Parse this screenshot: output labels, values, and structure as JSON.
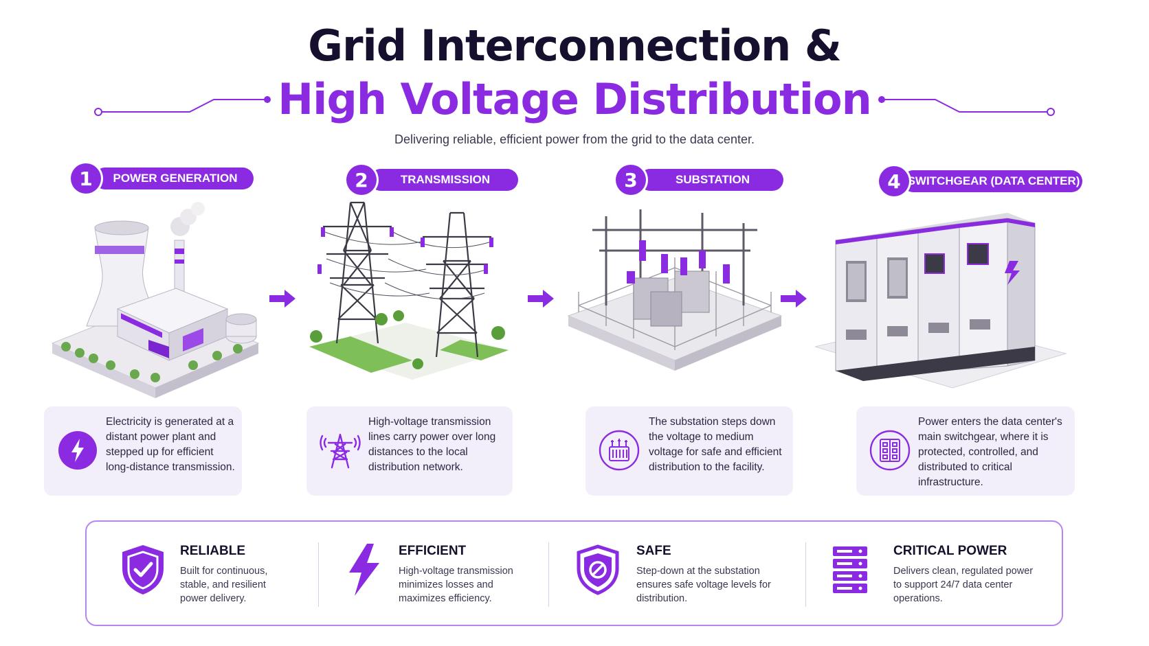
{
  "header": {
    "title_line1": "Grid Interconnection &",
    "title_line2": "High Voltage Distribution",
    "subtitle": "Delivering reliable, efficient power from the grid to the data center."
  },
  "colors": {
    "accent": "#8a2be2",
    "dark": "#170f2e",
    "card_bg": "#f3effa",
    "panel_border": "#b785f0"
  },
  "steps": [
    {
      "number": "1",
      "label": "POWER GENERATION",
      "illustration": "power-plant",
      "icon": "lightning-bolt-icon",
      "description": "Electricity is generated at a distant power plant and stepped up for efficient long-distance transmission."
    },
    {
      "number": "2",
      "label": "TRANSMISSION",
      "illustration": "transmission-towers",
      "icon": "transmission-tower-icon",
      "description": "High-voltage transmission lines carry power over long distances to the local distribution network."
    },
    {
      "number": "3",
      "label": "SUBSTATION",
      "illustration": "substation",
      "icon": "transformer-icon",
      "description": "The substation steps down the voltage to medium voltage for safe and efficient distribution to the facility."
    },
    {
      "number": "4",
      "label": "SWITCHGEAR (DATA CENTER)",
      "illustration": "switchgear-cabinets",
      "icon": "switchgear-icon",
      "description": "Power enters the data center's main switchgear, where it is protected, controlled, and distributed to critical infrastructure."
    }
  ],
  "features": [
    {
      "title": "RELIABLE",
      "icon": "shield-check-icon",
      "text": "Built for continuous, stable, and resilient power delivery."
    },
    {
      "title": "EFFICIENT",
      "icon": "lightning-icon",
      "text": "High-voltage transmission minimizes losses and maximizes efficiency."
    },
    {
      "title": "SAFE",
      "icon": "shield-slash-icon",
      "text": "Step-down at the substation ensures safe voltage levels for distribution."
    },
    {
      "title": "CRITICAL POWER",
      "icon": "server-rack-icon",
      "text": "Delivers clean, regulated power to support 24/7 data center operations."
    }
  ]
}
